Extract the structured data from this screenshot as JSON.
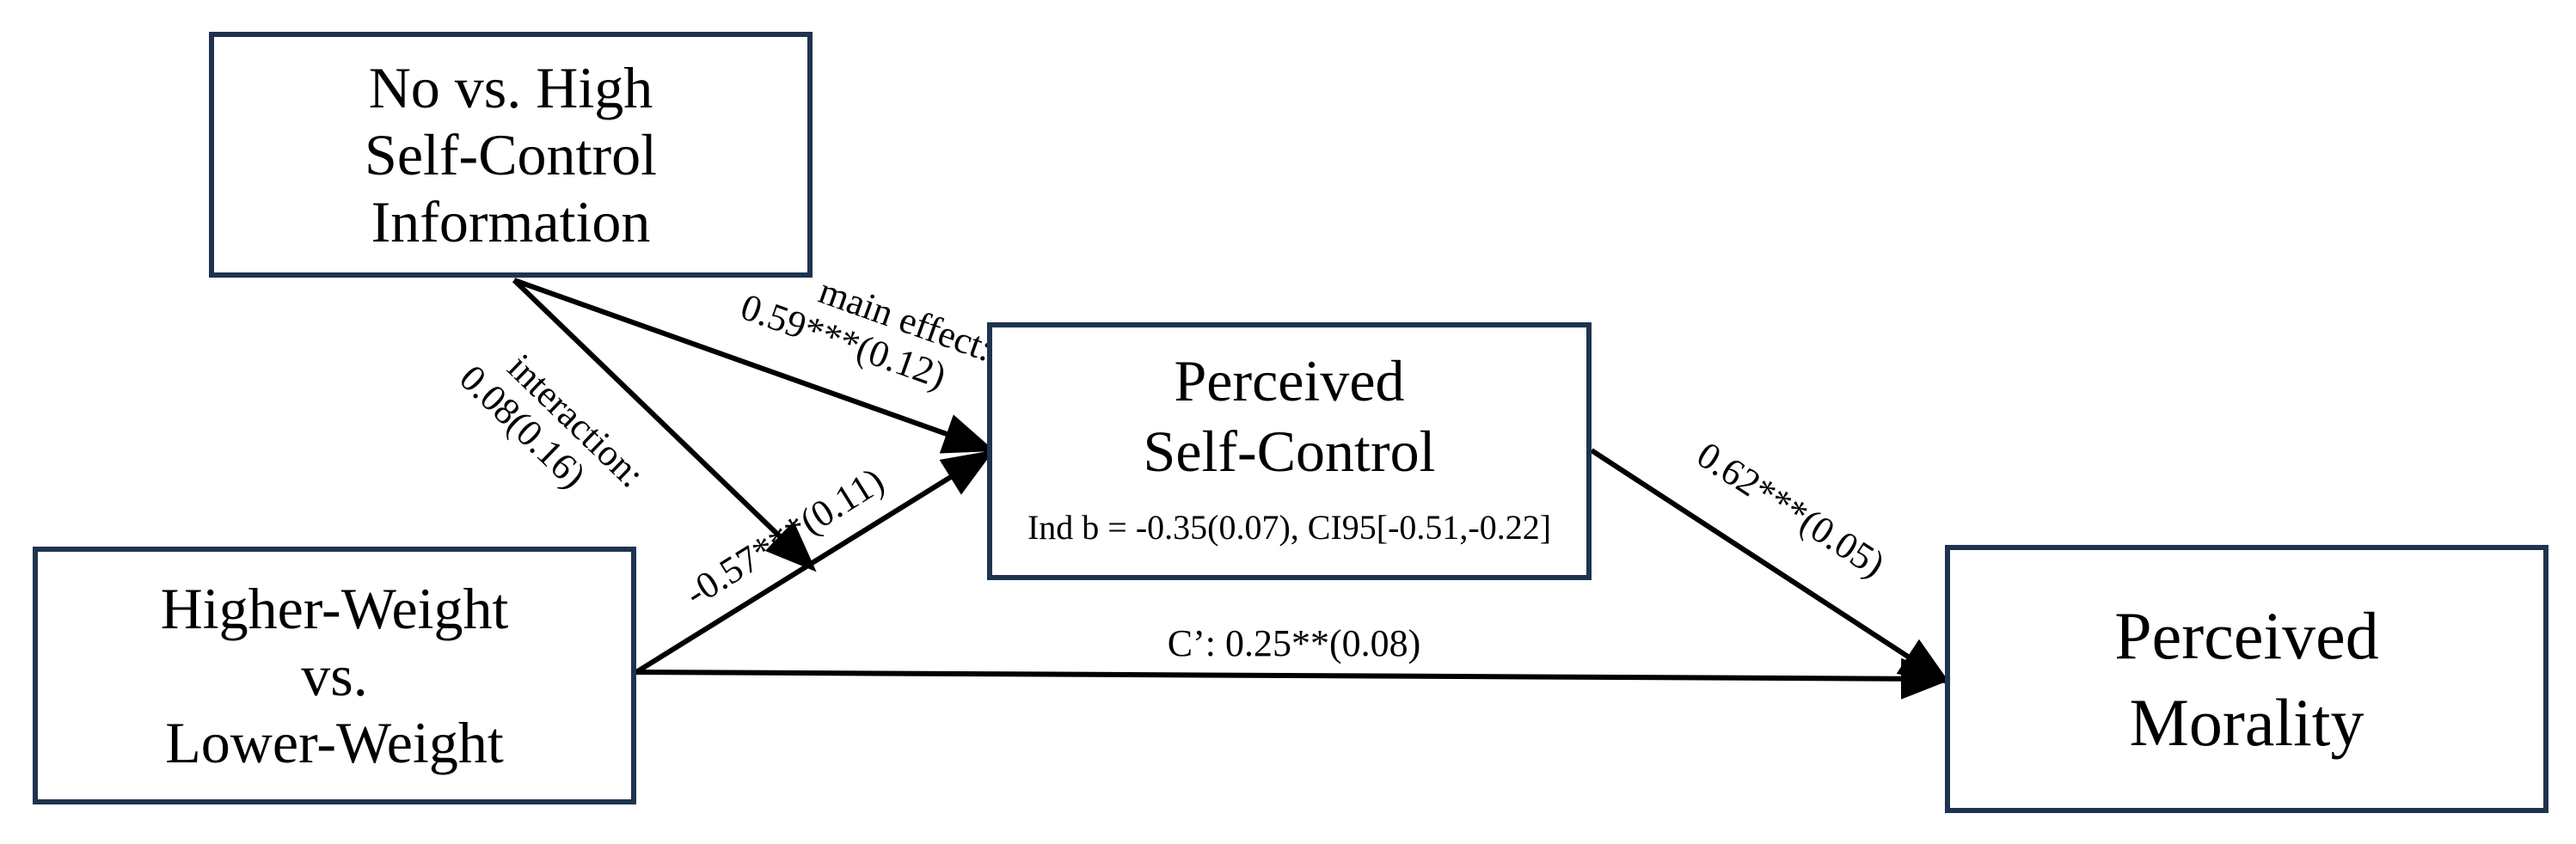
{
  "nodes": {
    "info": {
      "lines": [
        "No vs. High",
        "Self-Control",
        "Information"
      ]
    },
    "weight": {
      "lines": [
        "Higher-Weight",
        "vs.",
        "Lower-Weight"
      ]
    },
    "psc": {
      "lines": [
        "Perceived",
        "Self-Control"
      ],
      "indirect": "Ind b = -0.35(0.07), CI95[-0.51,-0.22]"
    },
    "pm": {
      "lines": [
        "Perceived",
        "Morality"
      ]
    }
  },
  "paths": {
    "main_effect": {
      "label": "main effect:",
      "value": "0.59***(0.12)"
    },
    "interaction": {
      "label": "interaction:",
      "value": "0.08(0.16)"
    },
    "weight_to_psc": {
      "value": "-0.57***(0.11)"
    },
    "psc_to_pm": {
      "value": "0.62***(0.05)"
    },
    "direct": {
      "value": "C’: 0.25**(0.08)"
    }
  },
  "colors": {
    "box_border": "#1f3350",
    "arrow": "#000000"
  }
}
